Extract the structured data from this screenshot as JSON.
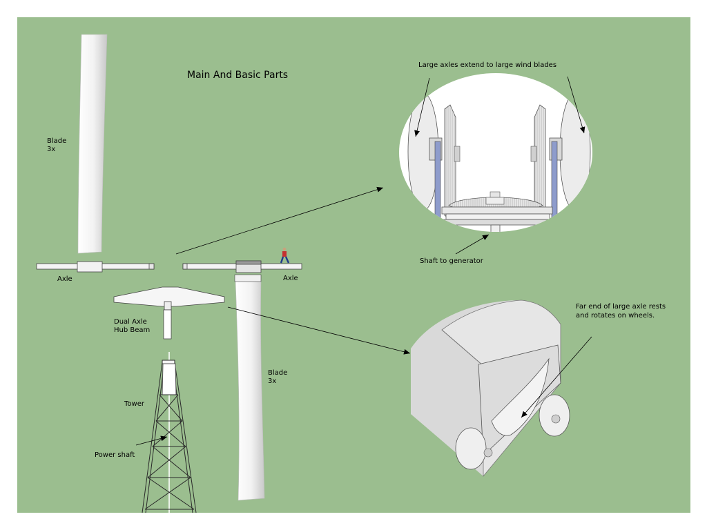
{
  "diagram": {
    "title": "Main And Basic Parts",
    "colors": {
      "background": "#9bbe8f",
      "page": "#ffffff",
      "part_fill": "#f4f4f4",
      "part_stroke": "#444444",
      "shaft_blue": "#8e9ccc"
    },
    "labels": {
      "blade_top": {
        "name": "Blade",
        "count": "3x"
      },
      "blade_right": {
        "name": "Blade",
        "count": "3x"
      },
      "axle_left": "Axle",
      "axle_right": "Axle",
      "hub_beam": {
        "line1": "Dual Axle",
        "line2": "Hub Beam"
      },
      "tower": "Tower",
      "power_shaft": "Power shaft",
      "detail_top": "Large axles extend to large wind blades",
      "detail_shaft": "Shaft to generator",
      "detail_wheel": {
        "line1": "Far end of large axle rests",
        "line2": "and rotates on wheels."
      }
    }
  }
}
